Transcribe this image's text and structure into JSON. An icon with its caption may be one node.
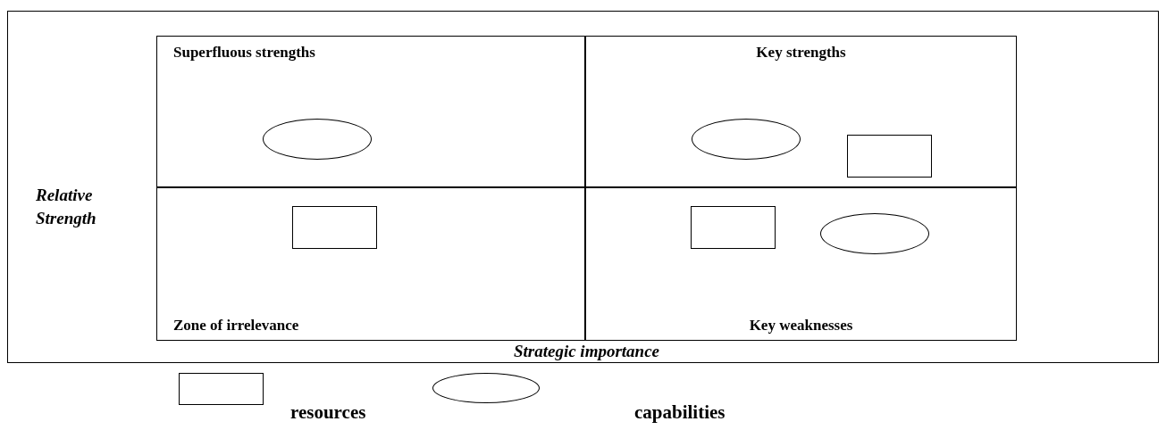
{
  "diagram": {
    "nodes": [
      {
        "text": [
          "Superfluous strengths"
        ]
      },
      {
        "text": [
          "Key strengths"
        ]
      },
      {
        "text": [
          "Zone of irrelevance"
        ]
      },
      {
        "text": [
          "Key weaknesses"
        ]
      },
      {
        "text": [],
        "shape": "ellipse",
        "in": 0
      },
      {
        "text": [],
        "shape": "ellipse",
        "in": 1
      },
      {
        "text": [],
        "shape": "box",
        "in": 1
      },
      {
        "text": [],
        "shape": "box",
        "in": 2
      },
      {
        "text": [],
        "shape": "box",
        "in": 3
      },
      {
        "text": [],
        "shape": "ellipse",
        "in": 3
      }
    ],
    "edges": [],
    "labels": [
      "Relative Strength",
      "Strategic importance"
    ],
    "legend": [
      {
        "text": "resources"
      },
      {
        "text": "capabilities"
      }
    ]
  }
}
